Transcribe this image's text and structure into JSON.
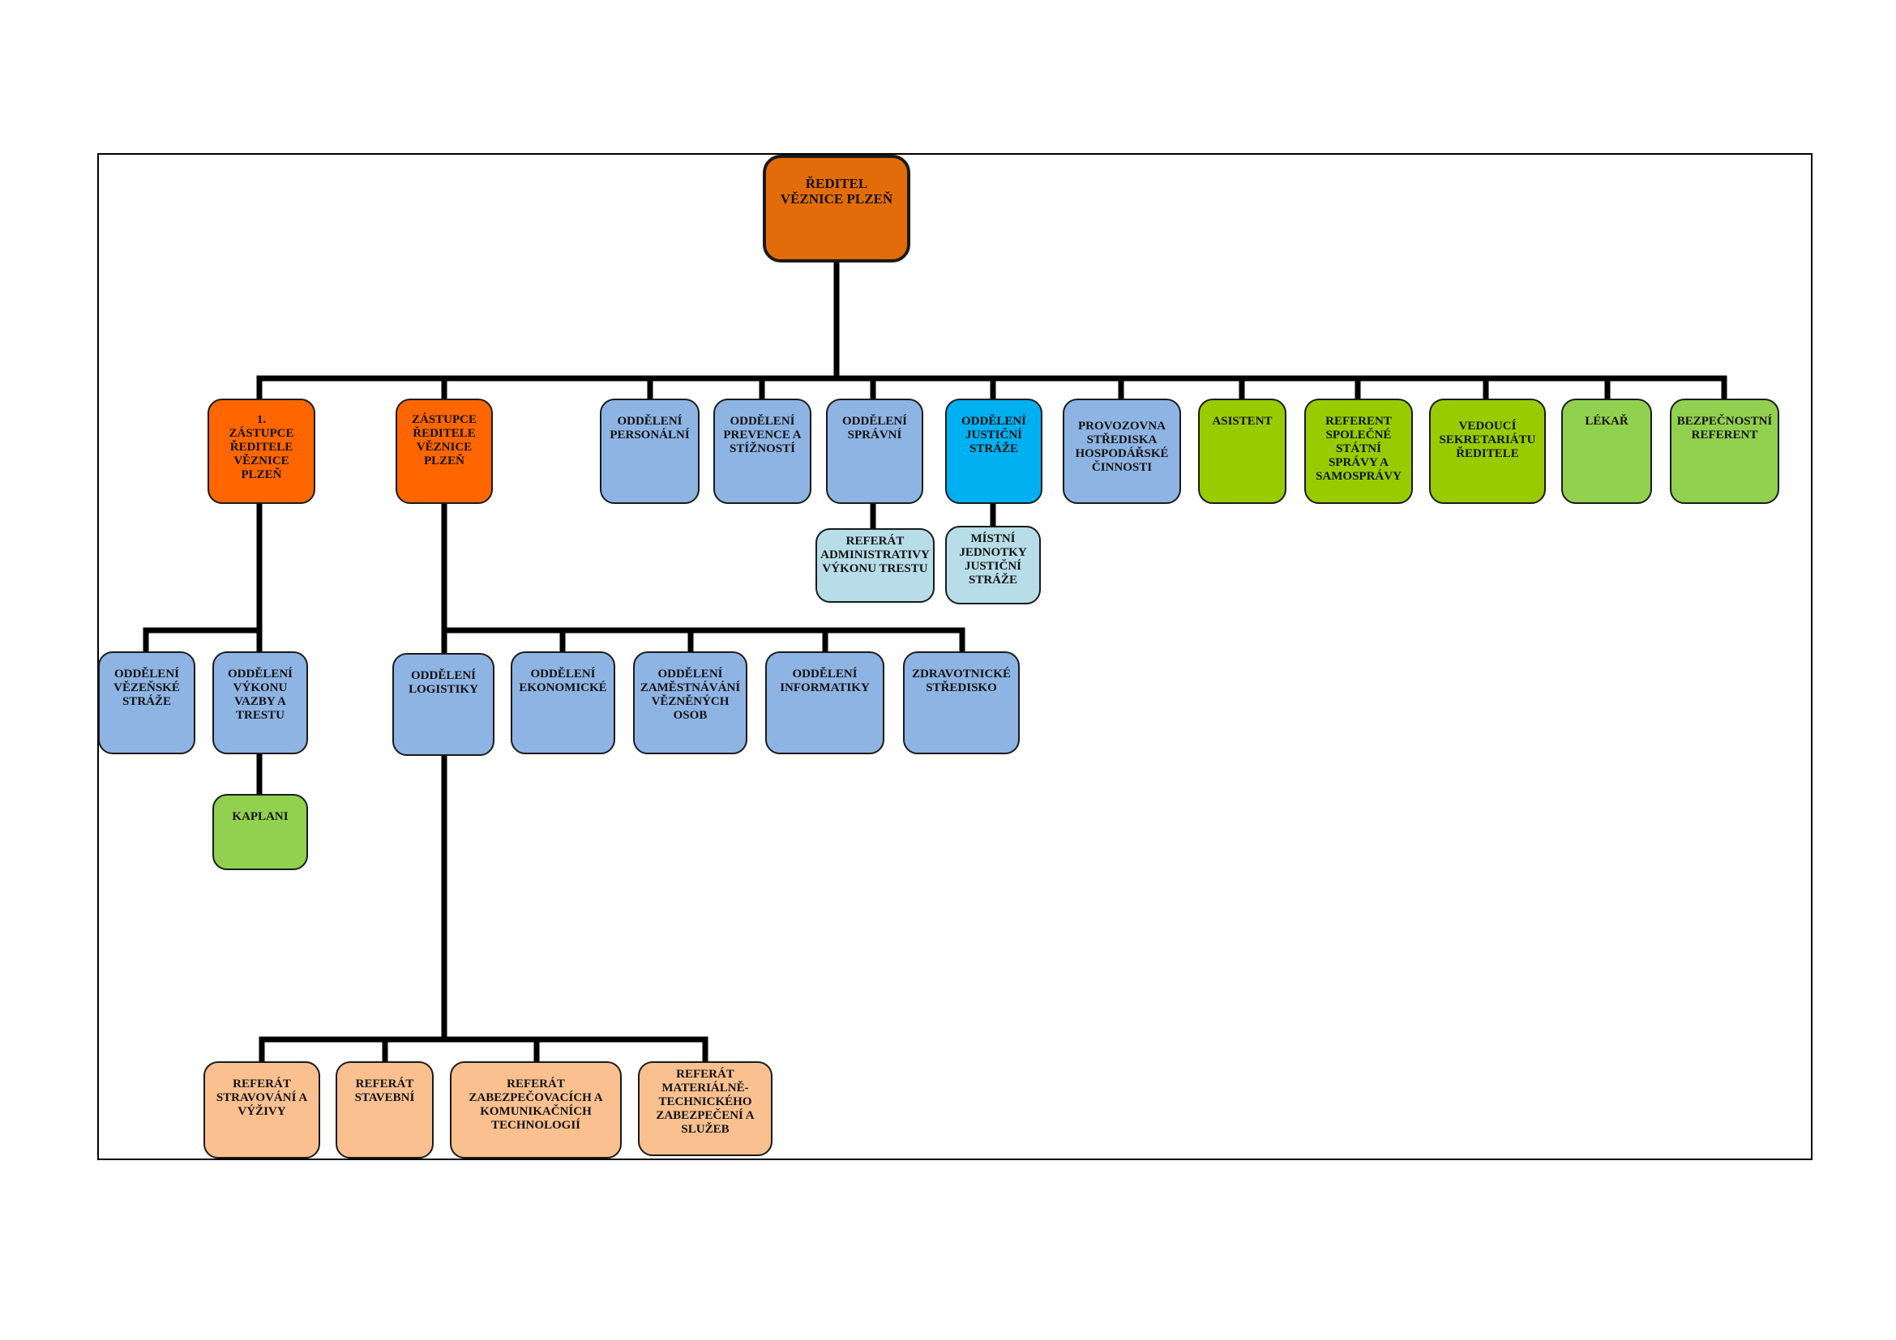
{
  "colors": {
    "director": "#e36c0a",
    "deputy": "#ff6600",
    "department": "#8eb4e3",
    "justice_guard": "#00b0f0",
    "sub_unit": "#b7dde8",
    "staff": "#92d050",
    "staff_alt": "#99cc00",
    "referat": "#fac090"
  },
  "director": {
    "label": "ŘEDITEL\nVĚZNICE PLZEŇ"
  },
  "level1": {
    "deputy_first": "1.\nZÁSTUPCE\nŘEDITELE\nVĚZNICE\nPLZEŇ",
    "deputy": "ZÁSTUPCE\nŘEDITELE\nVĚZNICE\nPLZEŇ",
    "personnel": "ODDĚLENÍ\nPERSONÁLNÍ",
    "prevention": "ODDĚLENÍ\nPREVENCE A\nSTÍŽNOSTÍ",
    "administrative": "ODDĚLENÍ\nSPRÁVNÍ",
    "justice_guard": "ODDĚLENÍ\nJUSTIČNÍ\nSTRÁŽE",
    "workshop": "PROVOZOVNA\nSTŘEDISKA\nHOSPODÁŘSKÉ\nČINNOSTI",
    "assistant": "ASISTENT",
    "referent_admin": "REFERENT\nSPOLEČNÉ\nSTÁTNÍ\nSPRÁVY A\nSAMOSPRÁVY",
    "secretariat": "VEDOUCÍ\nSEKRETARIÁTU\nŘEDITELE",
    "doctor": "LÉKAŘ",
    "security": "BEZPEČNOSTNÍ\nREFERENT"
  },
  "level2": {
    "admin_referat": "REFERÁT\nADMINISTRATIVY\nVÝKONU TRESTU",
    "local_units": "MÍSTNÍ\nJEDNOTKY\nJUSTIČNÍ\nSTRÁŽE",
    "prison_guard": "ODDĚLENÍ\nVĚZEŇSKÉ\nSTRÁŽE",
    "custody": "ODDĚLENÍ\nVÝKONU\nVAZBY A\nTRESTU",
    "chaplains": "KAPLANI",
    "logistics": "ODDĚLENÍ\nLOGISTIKY",
    "economic": "ODDĚLENÍ\nEKONOMICKÉ",
    "employment": "ODDĚLENÍ\nZAMĚSTNÁVÁNÍ\nVĚZNĚNÝCH\nOSOB",
    "it": "ODDĚLENÍ\nINFORMATIKY",
    "medical": "ZDRAVOTNICKÉ\nSTŘEDISKO"
  },
  "level3": {
    "catering": "REFERÁT\nSTRAVOVÁNÍ A\nVÝŽIVY",
    "building": "REFERÁT\nSTAVEBNÍ",
    "security_tech": "REFERÁT\nZABEZPEČOVACÍCH A\nKOMUNIKAČNÍCH\nTECHNOLOGIÍ",
    "material": "REFERÁT\nMATERIÁLNĚ-\nTECHNICKÉHO\nZABEZPEČENÍ A\nSLUŽEB"
  }
}
